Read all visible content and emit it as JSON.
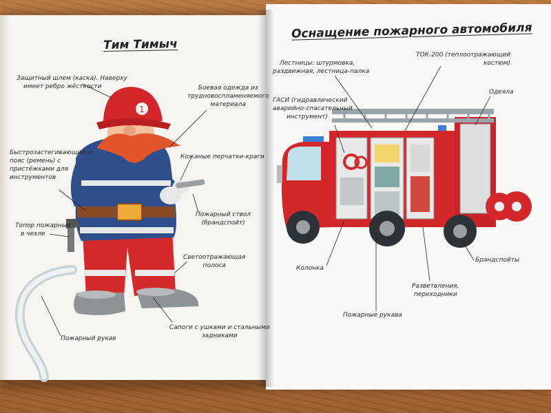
{
  "left_page": {
    "title": "Тим Тимыч",
    "labels": {
      "helmet": [
        "Защитный шлем (каска). Наверху",
        "имеет ребро жёсткости"
      ],
      "suit": [
        "Боевая одежда из",
        "трудновоспламеняемого",
        "материала"
      ],
      "belt": [
        "Быстрозастегивающийся",
        "пояс (ремень) с",
        "пристёжками для",
        "инструментов"
      ],
      "gloves": [
        "Кожаные перчатки-краги"
      ],
      "axe": [
        "Топор пожарный",
        "в чехле"
      ],
      "nozzle": [
        "Пожарный ствол",
        "(брандспойт)"
      ],
      "stripe": [
        "Светоотражающая",
        "полоса"
      ],
      "boots": [
        "Сапоги с ушками и стальными",
        "задниками"
      ],
      "hose": [
        "Пожарный рукав"
      ]
    }
  },
  "right_page": {
    "title": "Оснащение пожарного автомобиля",
    "labels": {
      "ladders": [
        "Лестницы: штурмовка,",
        "раздвижная, лестница-палка"
      ],
      "tok": [
        "ТОК-200 (теплоотражающий",
        "костюм)"
      ],
      "blankets": [
        "Одеяла"
      ],
      "gasi": [
        "ГАСИ (гидравлический",
        "аварийно-спасательный",
        "инструмент)"
      ],
      "column": [
        "Колонка"
      ],
      "nozzles": [
        "Брандспойты"
      ],
      "branches": [
        "Разветвления,",
        "переходники"
      ],
      "hoses": [
        "Пожарные рукава"
      ]
    }
  },
  "colors": {
    "table": "#a86a34",
    "page": "#f7f6f2",
    "red": "#d3272b",
    "navy": "#2e4f8c",
    "mustache": "#e2552a",
    "ink": "#2a2a2a"
  }
}
